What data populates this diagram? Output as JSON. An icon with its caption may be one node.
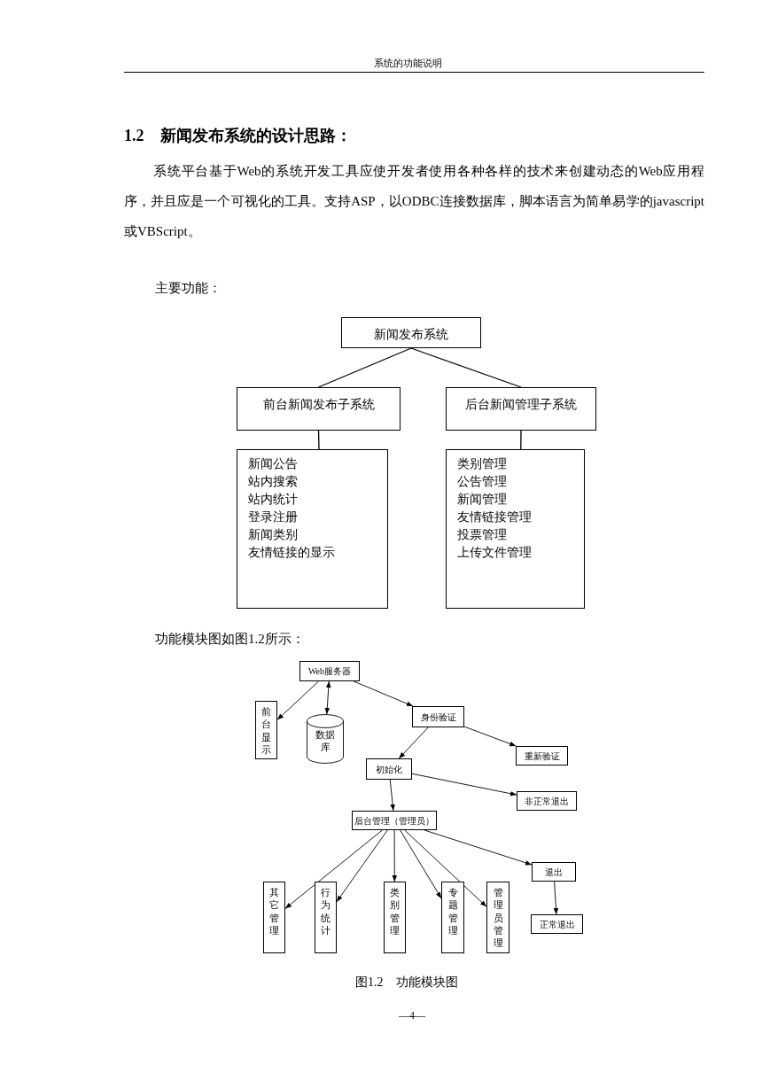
{
  "diagram": {
    "title": "1.2　新闻发布系统的设计思路：",
    "caption": "图1.2　功能模块图",
    "nodes": [
      {
        "text": [
          "新闻发布系统"
        ]
      },
      {
        "text": [
          "前台新闻发布子系统"
        ]
      },
      {
        "text": [
          "后台新闻管理子系统"
        ]
      },
      {
        "text": [
          "新闻公告",
          "站内搜索",
          "站内统计",
          "登录注册",
          "新闻类别",
          "友情链接的显示"
        ]
      },
      {
        "text": [
          "类别管理",
          "公告管理",
          "新闻管理",
          "友情链接管理",
          "投票管理",
          "上传文件管理"
        ]
      },
      {
        "text": [
          "Web服务器"
        ]
      },
      {
        "text": [
          "前台显示"
        ]
      },
      {
        "text": [
          "数据库"
        ]
      },
      {
        "text": [
          "身份验证"
        ]
      },
      {
        "text": [
          "重新验证"
        ]
      },
      {
        "text": [
          "初始化"
        ]
      },
      {
        "text": [
          "非正常退出"
        ]
      },
      {
        "text": [
          "后台管理（管理员）"
        ]
      },
      {
        "text": [
          "其它管理"
        ]
      },
      {
        "text": [
          "行为统计"
        ]
      },
      {
        "text": [
          "类别管理"
        ]
      },
      {
        "text": [
          "专题管理"
        ]
      },
      {
        "text": [
          "管理员管理"
        ]
      },
      {
        "text": [
          "退出"
        ]
      },
      {
        "text": [
          "正常退出"
        ]
      }
    ],
    "edges": [
      {
        "from": 0,
        "to": 1,
        "arrow": "none"
      },
      {
        "from": 0,
        "to": 2,
        "arrow": "none"
      },
      {
        "from": 1,
        "to": 3,
        "arrow": "none"
      },
      {
        "from": 2,
        "to": 4,
        "arrow": "none"
      },
      {
        "from": 5,
        "to": 6,
        "arrow": "to"
      },
      {
        "from": 5,
        "to": 7,
        "arrow": "both"
      },
      {
        "from": 5,
        "to": 8,
        "arrow": "to"
      },
      {
        "from": 8,
        "to": 9,
        "arrow": "to"
      },
      {
        "from": 8,
        "to": 10,
        "arrow": "to"
      },
      {
        "from": 10,
        "to": 11,
        "arrow": "to"
      },
      {
        "from": 10,
        "to": 12,
        "arrow": "to"
      },
      {
        "from": 12,
        "to": 13,
        "arrow": "to"
      },
      {
        "from": 12,
        "to": 14,
        "arrow": "to"
      },
      {
        "from": 12,
        "to": 15,
        "arrow": "to"
      },
      {
        "from": 12,
        "to": 16,
        "arrow": "to"
      },
      {
        "from": 12,
        "to": 17,
        "arrow": "to"
      },
      {
        "from": 12,
        "to": 18,
        "arrow": "to"
      },
      {
        "from": 18,
        "to": 19,
        "arrow": "to"
      }
    ],
    "labels": [
      "系统的功能说明",
      "系统平台基于Web的系统开发工具应使开发者使用各种各样的技术来创建动态的Web应用程序，并且应是一个可视化的工具。支持ASP，以ODBC连接数据库，脚本语言为简单易学的javascript或VBScript。",
      "主要功能：",
      "功能模块图如图1.2所示：",
      "—4—"
    ]
  }
}
